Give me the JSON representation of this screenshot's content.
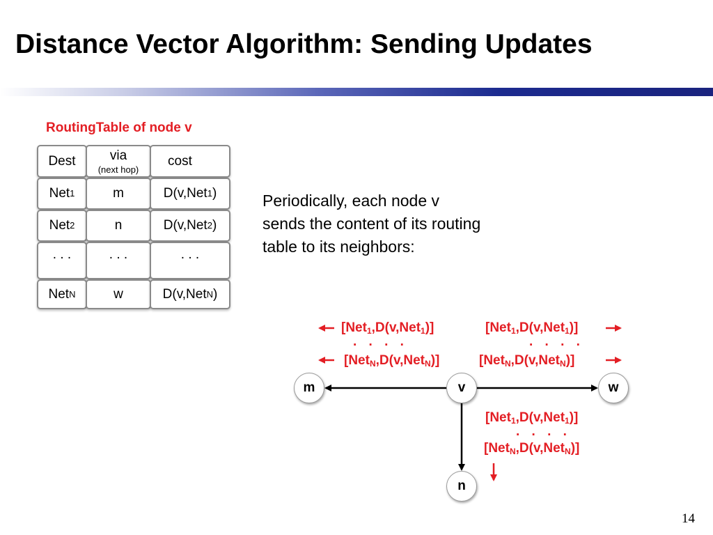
{
  "title": "Distance Vector Algorithm: Sending Updates",
  "routing_table": {
    "caption": "RoutingTable of node v",
    "header": {
      "dest": "Dest",
      "via": "via",
      "via_note": "(next hop)",
      "cost": "cost"
    },
    "rows": [
      {
        "dest_base": "Net",
        "dest_sub": "1",
        "via": "m",
        "cost_pre": "D(v,Net",
        "cost_sub": "1",
        "cost_post": ")"
      },
      {
        "dest_base": "Net",
        "dest_sub": "2",
        "via": "n",
        "cost_pre": "D(v,Net",
        "cost_sub": "2",
        "cost_post": ")"
      },
      {
        "dest_base": ". . .",
        "dest_sub": "",
        "via": ". . .",
        "cost_pre": ". . .",
        "cost_sub": "",
        "cost_post": ""
      },
      {
        "dest_base": "Net",
        "dest_sub": "N",
        "via": "w",
        "cost_pre": "D(v,Net",
        "cost_sub": "N",
        "cost_post": ")"
      }
    ]
  },
  "description": {
    "line1": "Periodically, each node v",
    "line2": "sends the content of its routing",
    "line3": "table to its neighbors:"
  },
  "graph": {
    "nodes": {
      "m": "m",
      "v": "v",
      "w": "w",
      "n": "n"
    },
    "messages": {
      "first_pre": "[Net",
      "first_sub": "1",
      "first_mid": ",D(v,Net",
      "first_sub2": "1",
      "first_post": ")]",
      "last_pre": "[Net",
      "last_sub": "N",
      "last_mid": ",D(v,Net",
      "last_sub2": "N",
      "last_post": ")]",
      "dots": ". . . ."
    },
    "colors": {
      "message": "#e31e24",
      "edge": "#000000"
    }
  },
  "page_number": "14"
}
